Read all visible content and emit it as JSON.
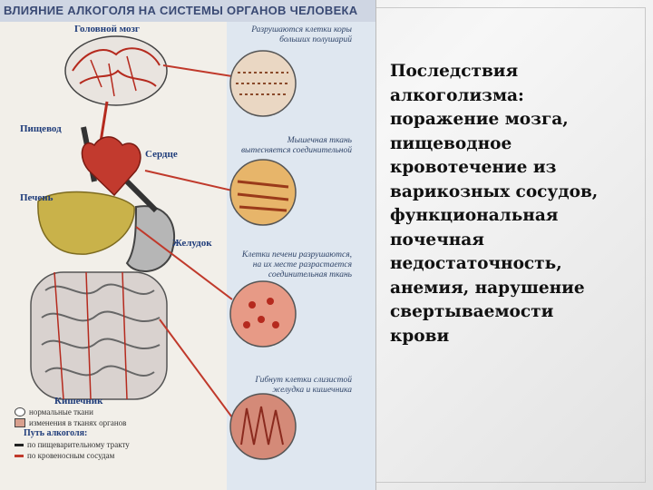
{
  "poster": {
    "title": "ВЛИЯНИЕ АЛКОГОЛЯ НА СИСТЕМЫ ОРГАНОВ ЧЕЛОВЕКА",
    "organs": {
      "brain": "Головной мозг",
      "esophagus": "Пищевод",
      "heart": "Сердце",
      "liver": "Печень",
      "stomach": "Желудок",
      "intestine": "Кишечник"
    },
    "captions": [
      "Разрушаются клетки коры больших полушарий",
      "Мышечная ткань вытесняется соединительной",
      "Клетки печени разрушаются, на их месте разрастается соединительная ткань",
      "Гибнут клетки слизистой желудка и кишечника"
    ],
    "legend": {
      "normal": "нормальные ткани",
      "changes": "изменения в тканях органов",
      "path_title": "Путь алкоголя:",
      "path_digestive": "по пищеварительному тракту",
      "path_blood": "по кровеносным сосудам"
    },
    "colors": {
      "blood": "#b52a1e",
      "liver": "#c9b24a",
      "intestine": "#d9d2cf",
      "heading": "#1f3c7a"
    }
  },
  "text": {
    "lines": [
      "Последствия",
      "алкоголизма:",
      "поражение мозга,",
      "пищеводное",
      "кровотечение из",
      "варикозных сосудов,",
      "функциональная",
      "почечная",
      "недостаточность,",
      "анемия, нарушение",
      "свертываемости",
      "крови"
    ]
  }
}
